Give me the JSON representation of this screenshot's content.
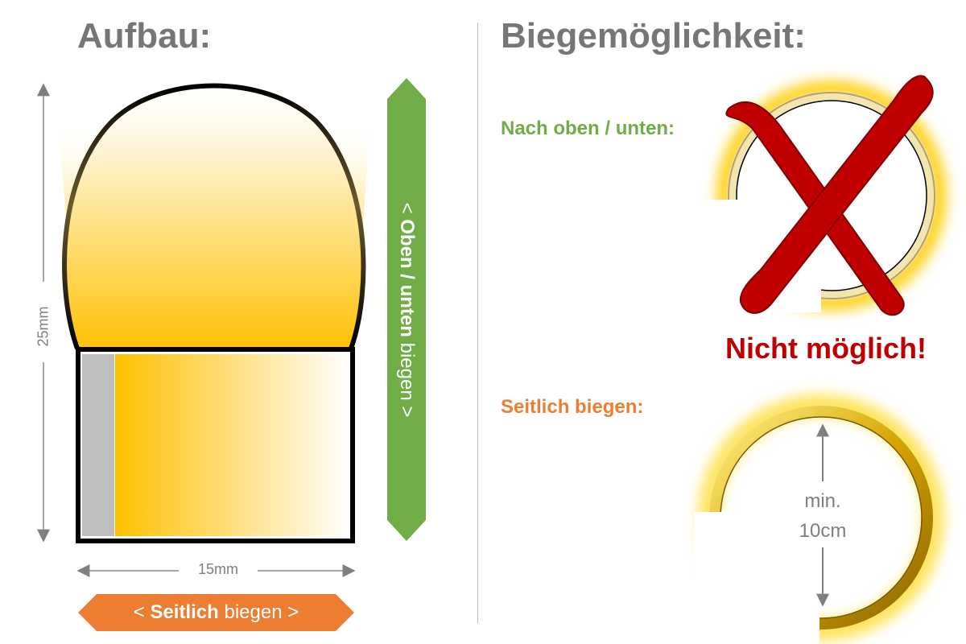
{
  "headings": {
    "left": "Aufbau:",
    "right": "Biegemöglichkeit:"
  },
  "dimensions": {
    "height": "25mm",
    "width": "15mm"
  },
  "buttons": {
    "side": {
      "strong": "Seitlich",
      "rest": " biegen",
      "open": "< ",
      "close": " >"
    },
    "updown": {
      "strong": "Oben / unten",
      "rest": " biegen",
      "open": "< ",
      "close": " >"
    }
  },
  "bending": {
    "updown_label": "Nach oben / unten:",
    "updown_result": "Nicht möglich!",
    "side_label": "Seitlich biegen:",
    "min_radius_line1": "min.",
    "min_radius_line2": "10cm"
  },
  "colors": {
    "heading_gray": "#767676",
    "green": "#70ad47",
    "orange": "#ed7d31",
    "red": "#c00000",
    "yellow": "#ffc000"
  },
  "icons": {
    "cross": "red-x-icon",
    "ring_lit_top": "ring-glow-top-icon",
    "ring_lit_outside": "ring-glow-outside-icon"
  }
}
